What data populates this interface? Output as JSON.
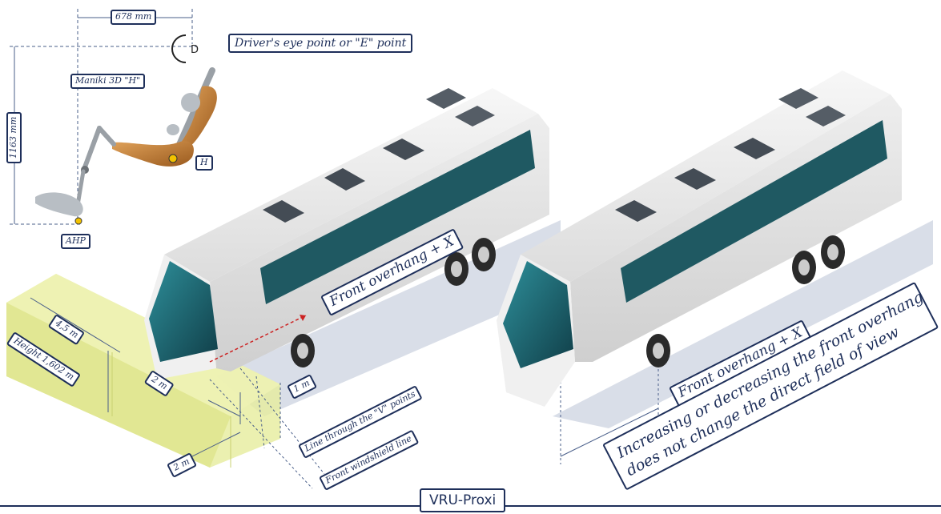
{
  "labels": {
    "eye_distance": "678 mm",
    "eye_point": "Driver's eye point or \"E\" point",
    "manikin": "Maniki 3D \"H\"",
    "height_mm": "1163 mm",
    "h_point": "H",
    "ahp": "AHP",
    "front_overhang_1": "Front overhang + X",
    "front_overhang_2": "Front overhang + X",
    "dist_45m": "4,5 m",
    "height_box": "Height 1,602 m",
    "dist_2m_top": "2 m",
    "dist_1m": "1 m",
    "dist_2m_bottom": "2 m",
    "v_points_line": "Line through the \"V\" points",
    "windshield_line": "Front windshield line",
    "footer": "VRU-Proxi"
  },
  "note_lines": [
    "Increasing or decreasing the front overhang",
    "does not change the direct field of view"
  ],
  "colors": {
    "label_ink": "#1e2f5a",
    "zone_fill": "#e6ec9c",
    "bus_body": "#e6e6e6",
    "bus_glass": "#1f6f7a",
    "manikin": "#c47a34",
    "marker": "#f2c200",
    "overhang_arrow": "#cc2222"
  },
  "icons": [
    "eye-icon",
    "manikin-figure",
    "bus-illustration",
    "vru-zone-box"
  ]
}
